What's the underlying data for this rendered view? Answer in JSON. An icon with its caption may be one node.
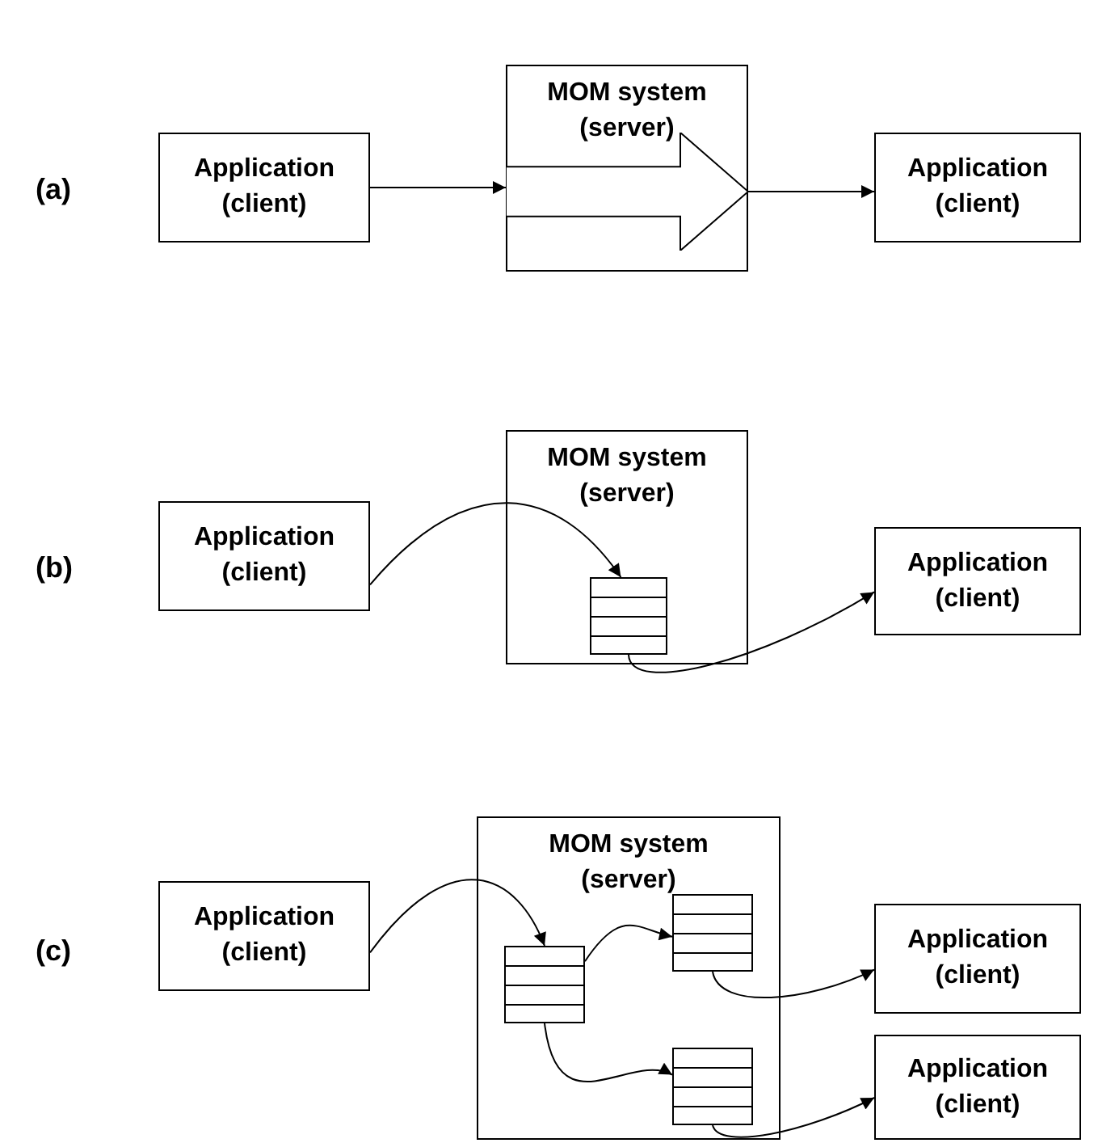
{
  "diagram": {
    "nodes": [
      {
        "text": [
          "Application (client)"
        ]
      },
      {
        "text": [
          "MOM system (server)"
        ]
      },
      {
        "text": [],
        "shape": "arrow",
        "in": 1
      },
      {
        "text": [
          "Application (client)"
        ]
      },
      {
        "text": [
          "Application (client)"
        ]
      },
      {
        "text": [
          "MOM system (server)"
        ]
      },
      {
        "text": [],
        "shape": "queue",
        "in": 5
      },
      {
        "text": [
          "Application (client)"
        ]
      },
      {
        "text": [
          "Application (client)"
        ]
      },
      {
        "text": [
          "MOM system (server)"
        ]
      },
      {
        "text": [],
        "shape": "queue",
        "in": 9
      },
      {
        "text": [],
        "shape": "queue",
        "in": 9
      },
      {
        "text": [],
        "shape": "queue",
        "in": 9
      },
      {
        "text": [
          "Application (client)"
        ]
      },
      {
        "text": [
          "Application (client)"
        ]
      }
    ],
    "edges": [
      {
        "from": 0,
        "to": 2,
        "arrow": "to"
      },
      {
        "from": 2,
        "to": 3,
        "arrow": "to"
      },
      {
        "from": 4,
        "to": 6,
        "arrow": "to"
      },
      {
        "from": 6,
        "to": 7,
        "arrow": "to"
      },
      {
        "from": 8,
        "to": 10,
        "arrow": "to"
      },
      {
        "from": 10,
        "to": 11,
        "arrow": "to"
      },
      {
        "from": 10,
        "to": 12,
        "arrow": "to"
      },
      {
        "from": 11,
        "to": 13,
        "arrow": "to"
      },
      {
        "from": 12,
        "to": 14,
        "arrow": "to"
      }
    ],
    "labels": [
      "(a)",
      "(b)",
      "(c)"
    ]
  }
}
